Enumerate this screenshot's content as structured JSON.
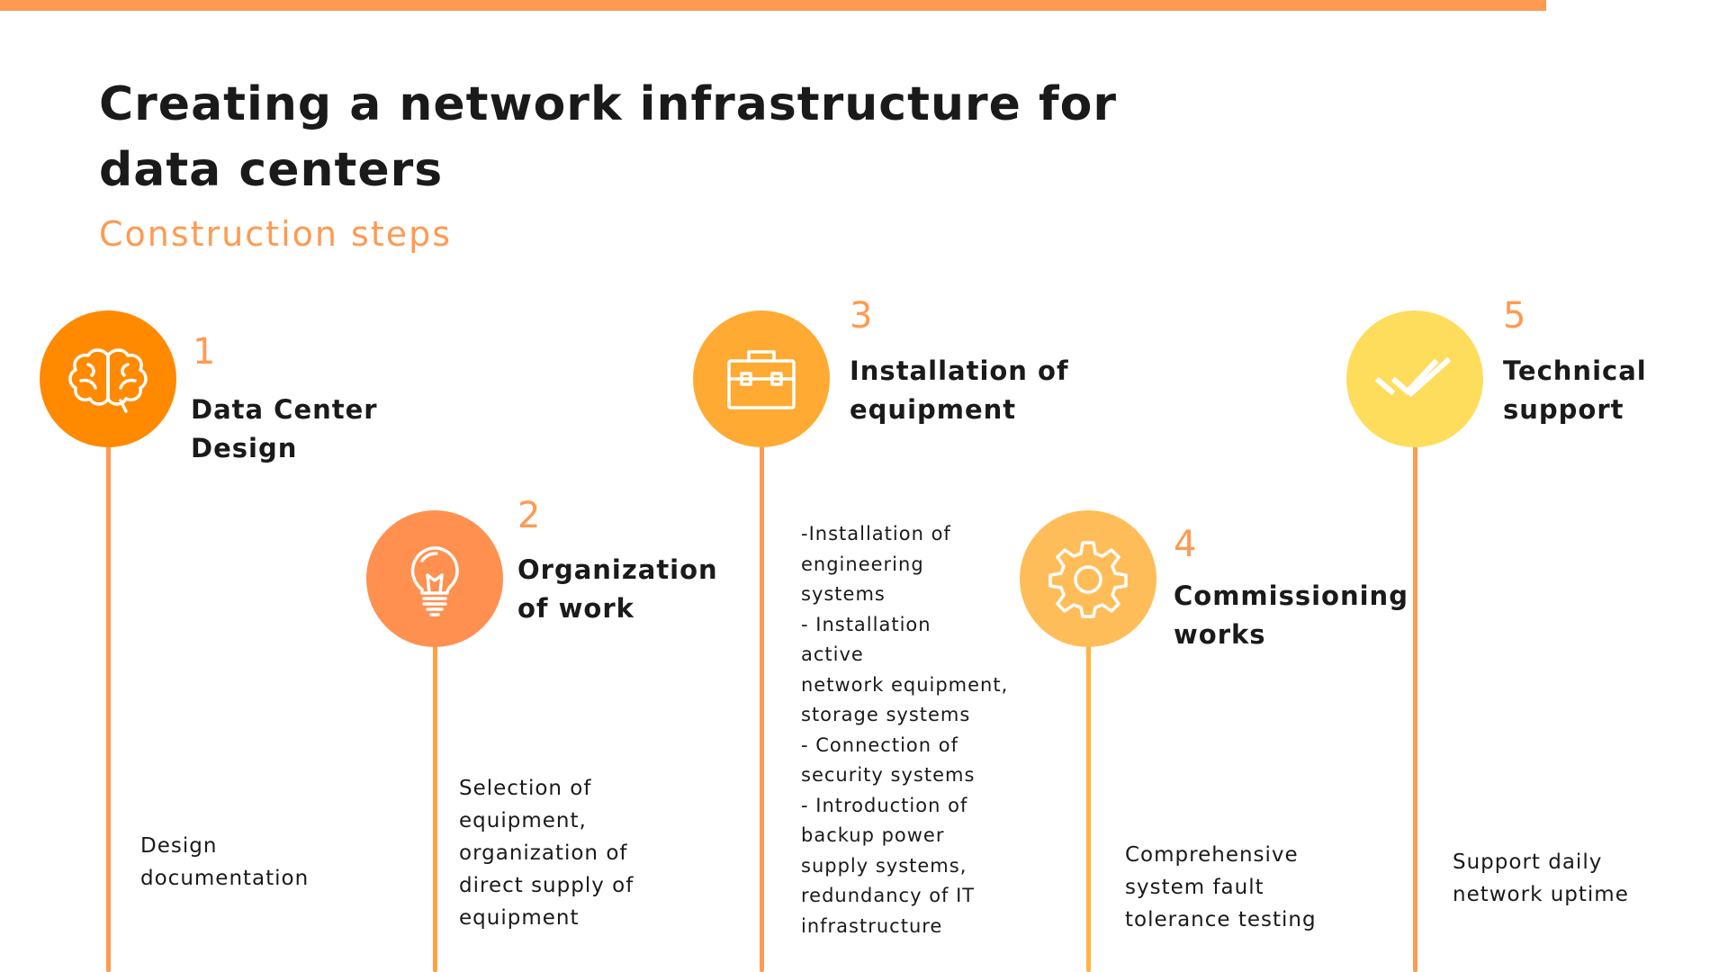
{
  "header": {
    "title": "Creating a network infrastructure for\ndata centers",
    "subtitle": "Construction steps"
  },
  "colors": {
    "top_bar": "#ff9a52",
    "accent_text": "#ff9a52",
    "step1": "#ff8a00",
    "step2": "#ff9050",
    "step3": "#ffaa33",
    "step4": "#ffbd59",
    "step5": "#ffdd5c"
  },
  "steps": [
    {
      "number": "1",
      "title": "Data Center\nDesign",
      "icon": "brain-icon",
      "description": "Design\ndocumentation"
    },
    {
      "number": "2",
      "title": "Organization\nof work",
      "icon": "lightbulb-icon",
      "description": "Selection of\nequipment,\norganization of\ndirect supply of\nequipment"
    },
    {
      "number": "3",
      "title": "Installation of\nequipment",
      "icon": "toolbox-icon",
      "description": "-Installation of\nengineering\nsystems\n- Installation\nactive\nnetwork equipment,\nstorage systems\n- Connection of\nsecurity systems\n- Introduction of\nbackup power\nsupply systems,\nredundancy of IT\ninfrastructure"
    },
    {
      "number": "4",
      "title": "Commissioning\nworks",
      "icon": "gear-icon",
      "description": "Comprehensive\nsystem fault\ntolerance testing"
    },
    {
      "number": "5",
      "title": "Technical\nsupport",
      "icon": "double-check-icon",
      "description": "Support daily\nnetwork uptime"
    }
  ]
}
